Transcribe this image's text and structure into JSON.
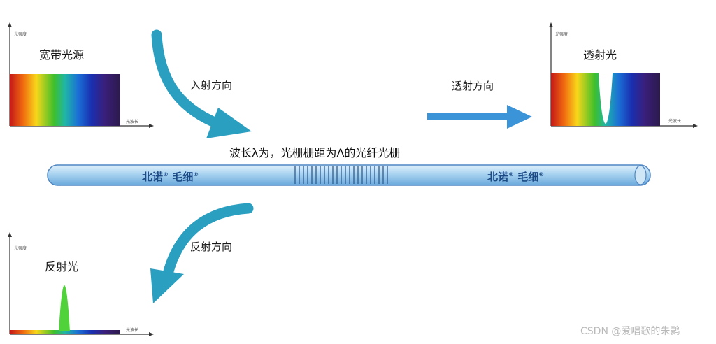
{
  "panels": {
    "broadband": {
      "title": "宽带光源",
      "ylabel": "光强度",
      "xlabel": "光波长"
    },
    "transmitted": {
      "title": "透射光",
      "ylabel": "光强度",
      "xlabel": "光波长"
    },
    "reflected": {
      "title": "反射光",
      "ylabel": "光强度",
      "xlabel": "光波长"
    }
  },
  "directions": {
    "incident": "入射方向",
    "transmission": "透射方向",
    "reflection": "反射方向"
  },
  "fiber": {
    "caption": "波长λ为，光栅栅距为Λ的光纤光栅",
    "brand_left": "北诺",
    "brand_right": "北诺",
    "reg": "®",
    "product_left": "毛细",
    "product_right": "毛细"
  },
  "watermark": "CSDN @爱唱歌的朱鹮",
  "colors": {
    "arrow_teal": "#2a9fc0",
    "arrow_blue": "#3b93d8",
    "fiber_fill": "#a9d3f0",
    "fiber_edge": "#4f86c2"
  }
}
